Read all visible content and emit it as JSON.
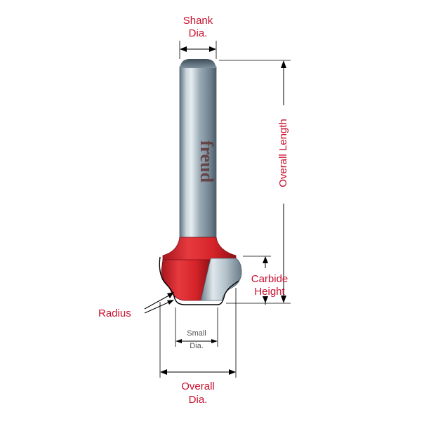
{
  "labels": {
    "shank_dia": [
      "Shank",
      "Dia."
    ],
    "overall_length": "Overall Length",
    "carbide_height": [
      "Carbide",
      "Height"
    ],
    "radius": "Radius",
    "small_dia": [
      "Small",
      "Dia."
    ],
    "overall_dia": [
      "Overall",
      "Dia."
    ]
  },
  "brand": {
    "logo_text": "freud"
  },
  "colors": {
    "label": "#c8102e",
    "body_red": "#d7262c",
    "steel": "#8fa1ad"
  }
}
